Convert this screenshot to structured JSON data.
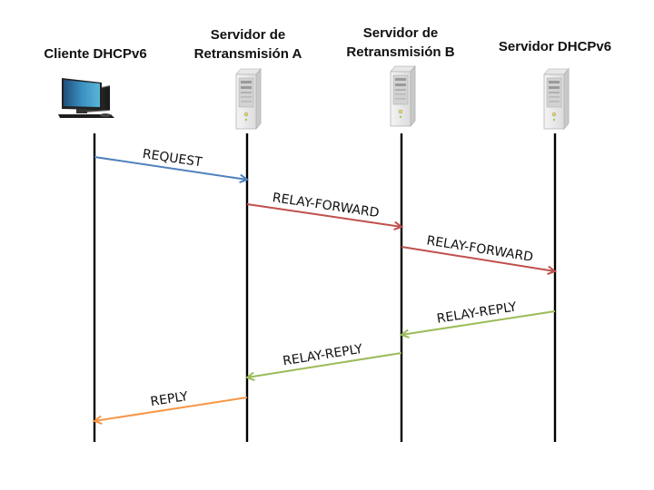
{
  "diagram": {
    "type": "sequence",
    "language": "es",
    "actors": [
      {
        "id": "client",
        "label": "Cliente DHCPv6",
        "icon": "desktop-computer-icon"
      },
      {
        "id": "relayA",
        "label": "Servidor de\nRetransmisión A",
        "icon": "server-tower-icon"
      },
      {
        "id": "relayB",
        "label": "Servidor de\nRetransmisión B",
        "icon": "server-tower-icon"
      },
      {
        "id": "server",
        "label": "Servidor DHCPv6",
        "icon": "server-tower-icon"
      }
    ],
    "messages": [
      {
        "from": "client",
        "to": "relayA",
        "label": "REQUEST",
        "color": "#4f81bd"
      },
      {
        "from": "relayA",
        "to": "relayB",
        "label": "RELAY-FORWARD",
        "color": "#c0504d"
      },
      {
        "from": "relayB",
        "to": "server",
        "label": "RELAY-FORWARD",
        "color": "#c0504d"
      },
      {
        "from": "server",
        "to": "relayB",
        "label": "RELAY-REPLY",
        "color": "#9bbb59"
      },
      {
        "from": "relayB",
        "to": "relayA",
        "label": "RELAY-REPLY",
        "color": "#9bbb59"
      },
      {
        "from": "relayA",
        "to": "client",
        "label": "REPLY",
        "color": "#f79646"
      }
    ]
  }
}
